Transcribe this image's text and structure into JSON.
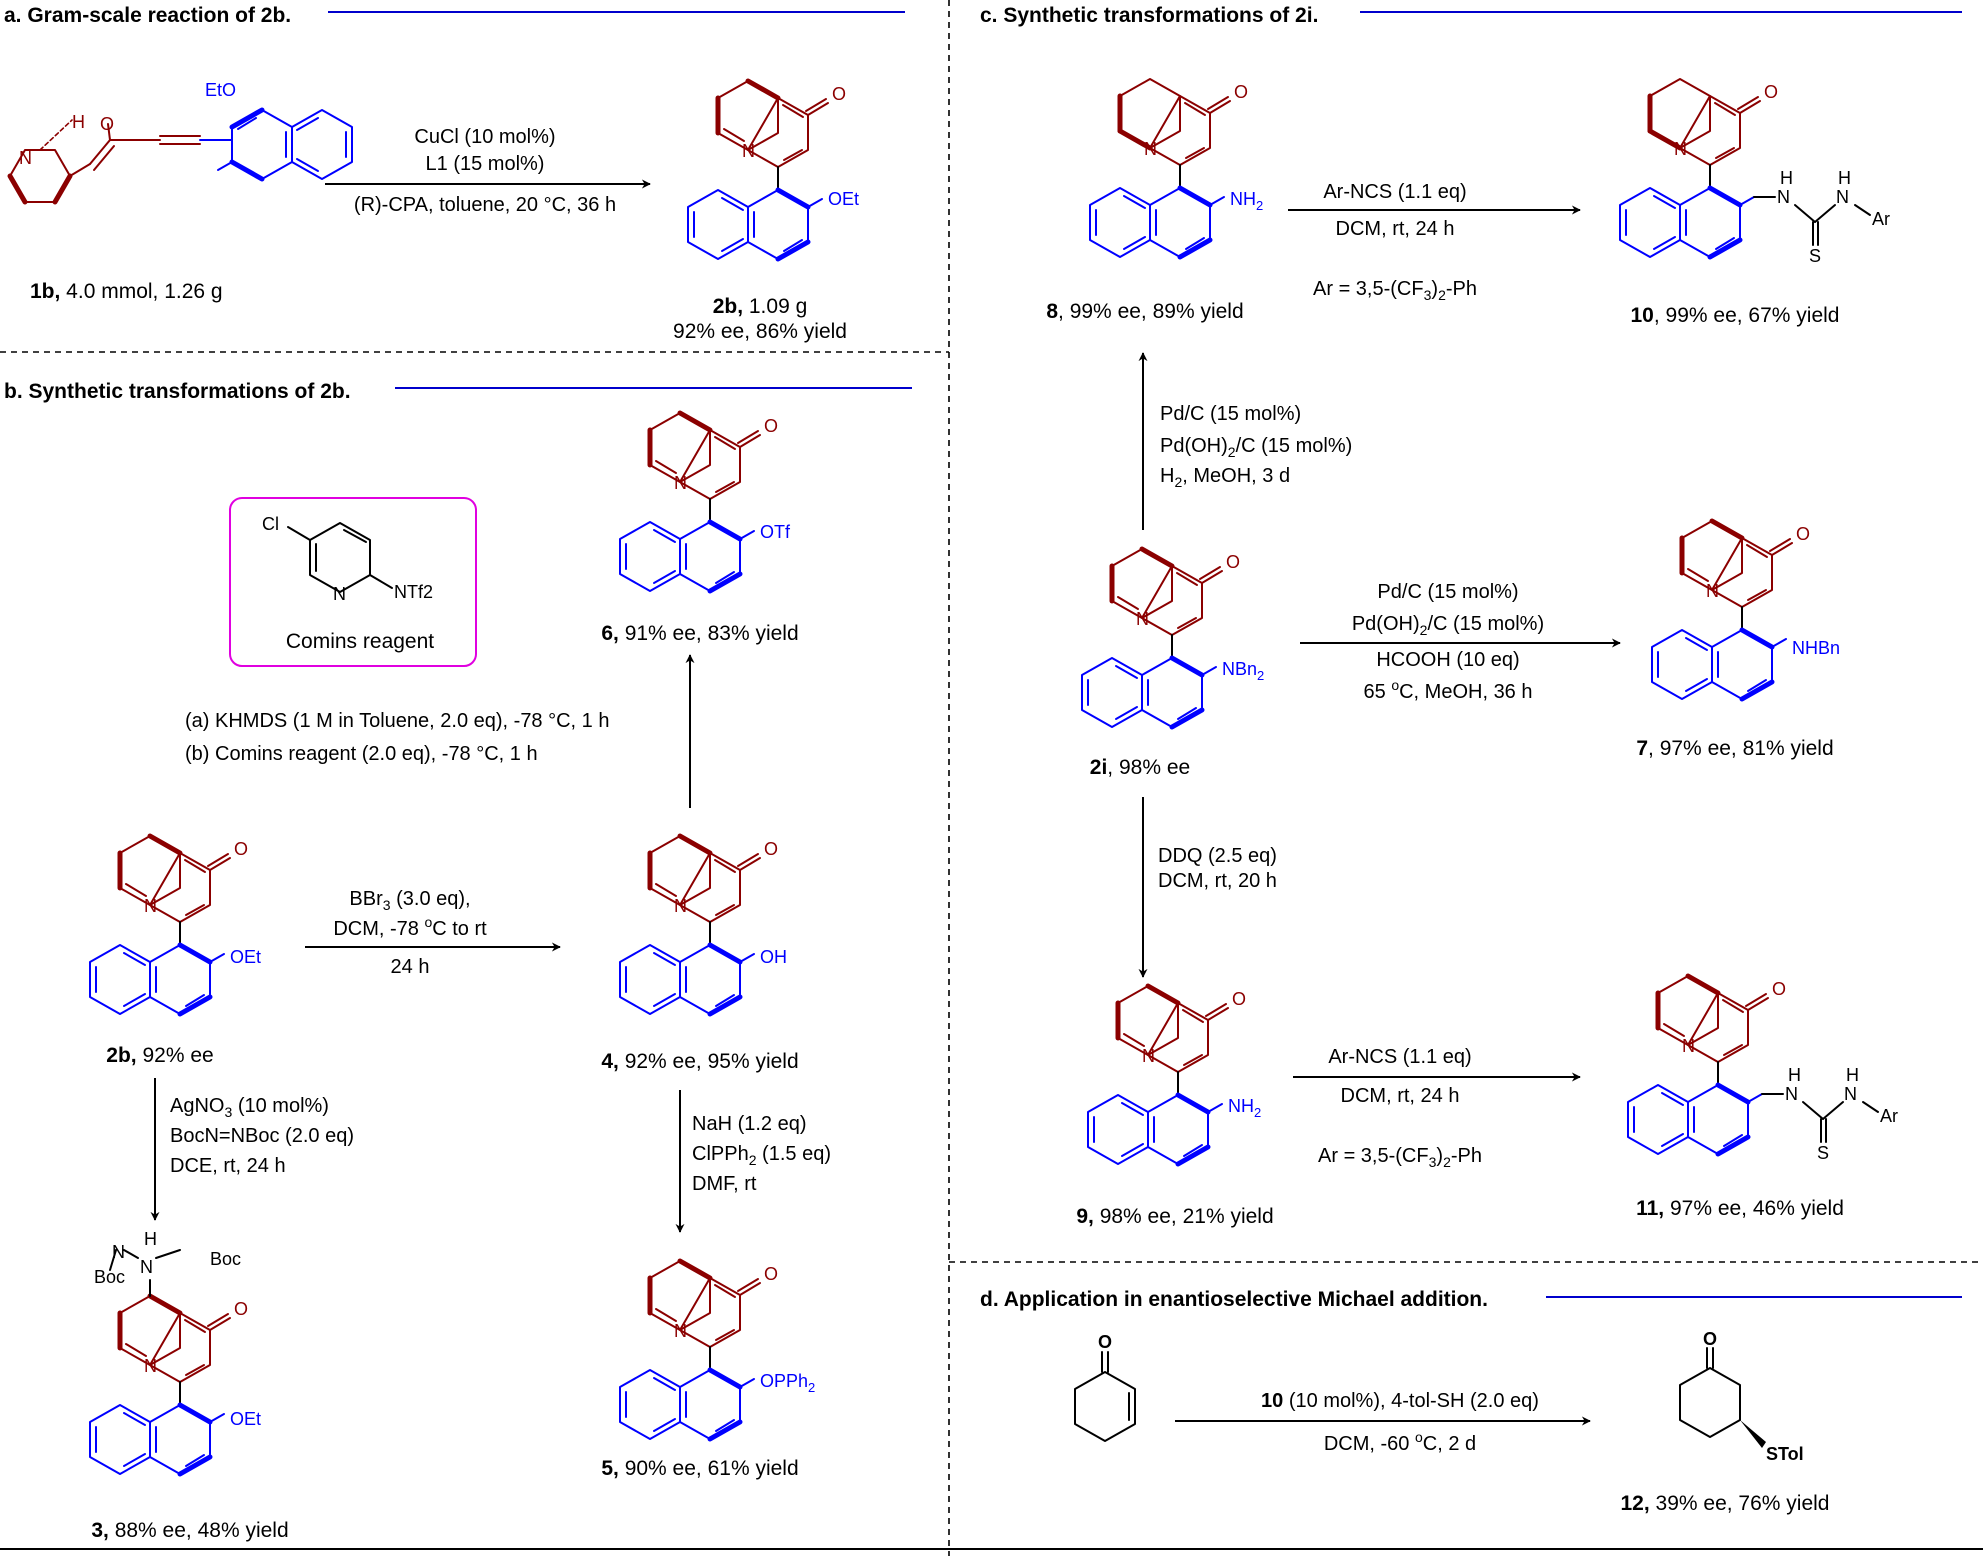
{
  "colors": {
    "red": "#8b0000",
    "blue": "#0000ff",
    "rule": "#0000cc",
    "box": "#e000e0",
    "black": "#000000"
  },
  "sections": {
    "a": {
      "title": "a. Gram-scale reaction of 2b."
    },
    "b": {
      "title": "b. Synthetic transformations of 2b."
    },
    "c": {
      "title": "c. Synthetic transformations of 2i."
    },
    "d": {
      "title": "d. Application in enantioselective Michael addition."
    }
  },
  "reactions": {
    "a1": {
      "lines": [
        "CuCl (10 mol%)",
        "L1 (15 mol%)",
        "(R)-CPA, toluene, 20 °C, 36 h"
      ]
    },
    "b_bbr3": {
      "lines": [
        "BBr3 (3.0 eq),",
        "DCM, -78 °C to rt",
        "24 h"
      ]
    },
    "b_tf": {
      "lines": [
        "(a) KHMDS (1 M in Toluene, 2.0 eq), -78 °C, 1 h",
        "(b) Comins reagent (2.0 eq), -78 °C, 1 h"
      ]
    },
    "b_ag": {
      "lines": [
        "AgNO3 (10 mol%)",
        "BocN=NBoc (2.0 eq)",
        "DCE, rt, 24 h"
      ]
    },
    "b_nah": {
      "lines": [
        "NaH (1.2 eq)",
        "ClPPh2 (1.5 eq)",
        "DMF, rt"
      ]
    },
    "c_h2": {
      "lines": [
        "Pd/C (15 mol%)",
        "Pd(OH)2/C (15 mol%)",
        "H2, MeOH,  3 d"
      ]
    },
    "c_ncs1": {
      "lines": [
        "Ar-NCS (1.1 eq)",
        "DCM, rt, 24 h",
        "Ar = 3,5-(CF3)2-Ph"
      ]
    },
    "c_hcooh": {
      "lines": [
        "Pd/C (15 mol%)",
        "Pd(OH)2/C (15 mol%)",
        "HCOOH (10 eq)",
        "65 °C, MeOH, 36 h"
      ]
    },
    "c_ddq": {
      "lines": [
        "DDQ (2.5 eq)",
        "DCM, rt, 20 h"
      ]
    },
    "c_ncs2": {
      "lines": [
        "Ar-NCS (1.1 eq)",
        "DCM, rt, 24 h",
        "Ar = 3,5-(CF3)2-Ph"
      ]
    },
    "d1": {
      "lines": [
        "10 (10 mol%), 4-tol-SH (2.0 eq)",
        "DCM, -60 °C, 2 d"
      ]
    }
  },
  "comins_box": {
    "caption": "Comins reagent",
    "atoms": [
      "Cl",
      "N",
      "NTf2"
    ]
  },
  "compounds": {
    "c1b": {
      "id": "1b,",
      "info": " 4.0 mmol, 1.26 g",
      "substituent": "EtO",
      "atoms": [
        "N",
        "H",
        "O"
      ]
    },
    "c2b_a": {
      "id": "2b,",
      "info": " 1.09 g",
      "info2": "92% ee, 86% yield",
      "substituent": "OEt"
    },
    "c2b": {
      "id": "2b,",
      "info": " 92% ee",
      "substituent": "OEt"
    },
    "c4": {
      "id": "4,",
      "info": " 92% ee, 95% yield",
      "substituent": "OH"
    },
    "c6": {
      "id": "6,",
      "info": " 91% ee, 83% yield",
      "substituent": "OTf"
    },
    "c3": {
      "id": "3,",
      "info": " 88% ee, 48% yield",
      "substituent": "OEt",
      "top": [
        "Boc",
        "H",
        "N",
        "N",
        "Boc"
      ]
    },
    "c5": {
      "id": "5,",
      "info": " 90% ee, 61% yield",
      "substituent": "OPPh2"
    },
    "c8": {
      "id": "8",
      "info": ", 99% ee, 89% yield",
      "substituent": "NH2"
    },
    "c10": {
      "id": "10",
      "info": ", 99% ee, 67% yield",
      "thiourea": [
        "H",
        "N",
        "H",
        "N",
        "Ar",
        "S"
      ]
    },
    "c2i": {
      "id": "2i",
      "info": ", 98% ee",
      "substituent": "NBn2"
    },
    "c7": {
      "id": "7",
      "info": ", 97% ee, 81% yield",
      "substituent": "NHBn"
    },
    "c9": {
      "id": "9,",
      "info": " 98% ee, 21% yield",
      "substituent": "NH2"
    },
    "c11": {
      "id": "11,",
      "info": " 97% ee, 46% yield",
      "thiourea": [
        "H",
        "N",
        "H",
        "N",
        "Ar",
        "S"
      ]
    },
    "c12": {
      "id": "12,",
      "info": " 39% ee, 76% yield",
      "substituent": "STol"
    },
    "cyclohexenone": {
      "atom": "O"
    }
  },
  "atoms": {
    "ring_N": "N",
    "carbonyl_O": "O"
  }
}
